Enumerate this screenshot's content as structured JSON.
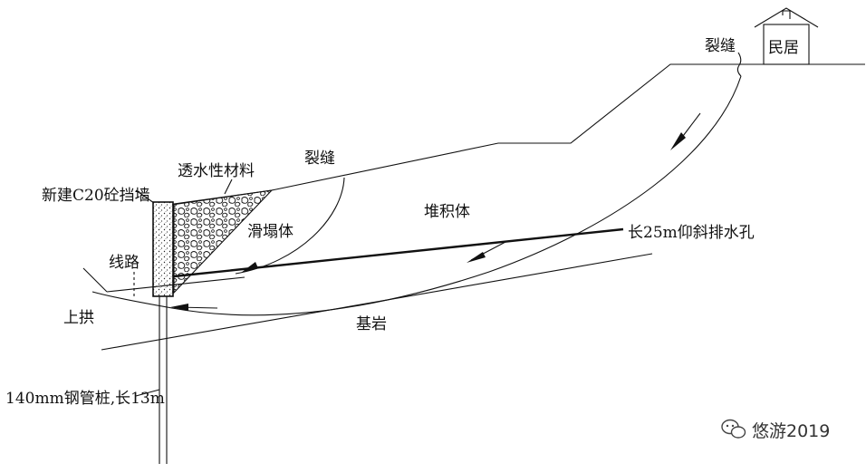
{
  "labels": {
    "house": "民居",
    "crack_top": "裂缝",
    "crack_mid": "裂缝",
    "permeable": "透水性材料",
    "wall": "新建C20砼挡墙",
    "slide": "滑塌体",
    "deposit": "堆积体",
    "drain": "长25m仰斜排水孔",
    "road": "线路",
    "uplift": "上拱",
    "bedrock": "基岩",
    "pile": "140mm钢管桩,长13m"
  },
  "watermark": {
    "icon": "wechat-icon",
    "text": "悠游2019"
  }
}
